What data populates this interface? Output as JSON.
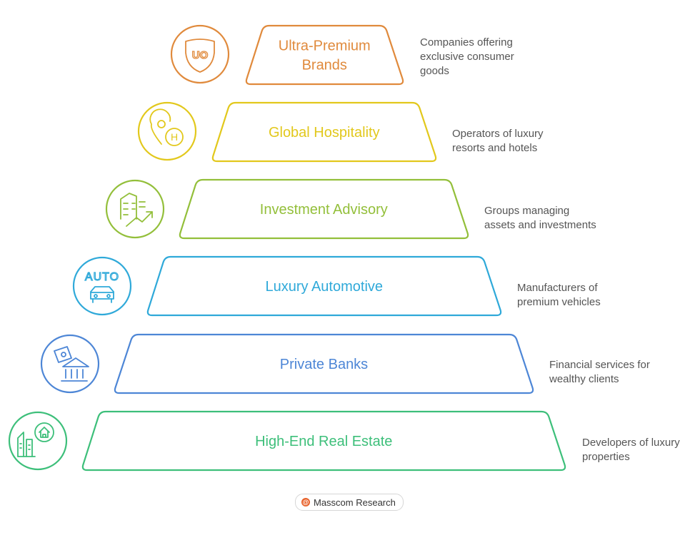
{
  "tiers": [
    {
      "label_lines": [
        "Ultra-Premium",
        "Brands"
      ],
      "description": "Companies offering\nexclusive consumer\ngoods",
      "color": "#e08a3c",
      "icon": "shield-uo-icon",
      "icon_text": "UO"
    },
    {
      "label_lines": [
        "Global Hospitality"
      ],
      "description": "Operators of luxury\nresorts and hotels",
      "color": "#e2c81c",
      "icon": "hotel-location-icon",
      "icon_text": "H"
    },
    {
      "label_lines": [
        "Investment Advisory"
      ],
      "description": "Groups managing\nassets and investments",
      "color": "#93bf3a",
      "icon": "building-growth-icon",
      "icon_text": ""
    },
    {
      "label_lines": [
        "Luxury Automotive"
      ],
      "description": "Manufacturers of\npremium vehicles",
      "color": "#2fa9d9",
      "icon": "auto-car-icon",
      "icon_text": "AUTO"
    },
    {
      "label_lines": [
        "Private Banks"
      ],
      "description": "Financial services for\nwealthy clients",
      "color": "#4d86d6",
      "icon": "bank-money-icon",
      "icon_text": ""
    },
    {
      "label_lines": [
        "High-End Real Estate"
      ],
      "description": "Developers of luxury\nproperties",
      "color": "#3dbf7a",
      "icon": "city-home-icon",
      "icon_text": ""
    }
  ],
  "credit": {
    "text": "Masscom Research",
    "logo_glyph": "@"
  }
}
